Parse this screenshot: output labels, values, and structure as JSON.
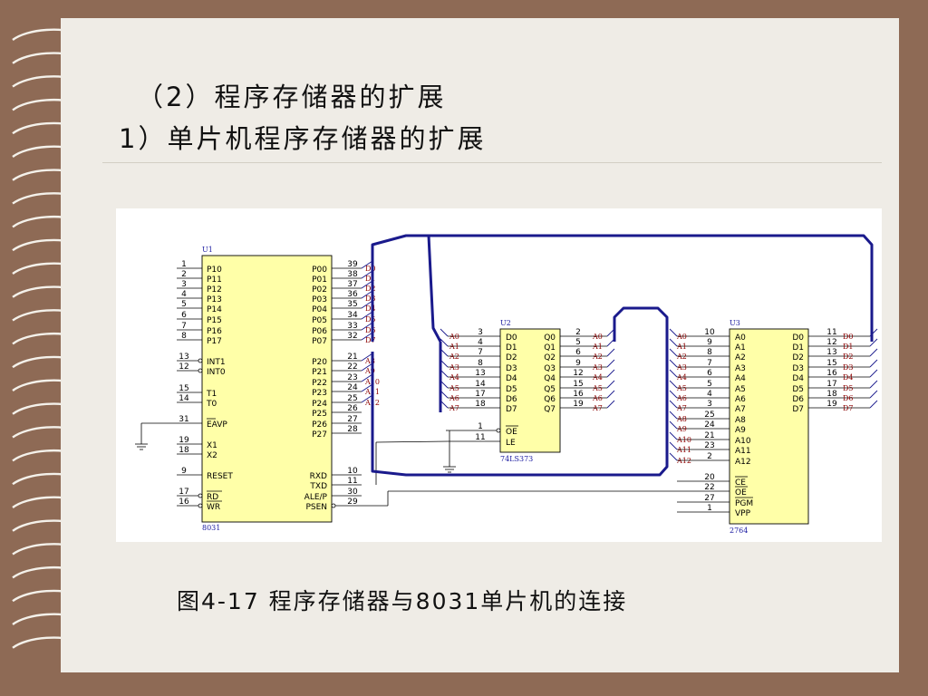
{
  "slide": {
    "heading_1": "（2）程序存储器的扩展",
    "heading_2": "1）单片机程序存储器的扩展",
    "caption": "图4-17 程序存储器与8031单片机的连接"
  },
  "colors": {
    "background": "#8e6a55",
    "slide": "#efece6",
    "chip_fill": "#ffffa8",
    "bus_line": "#1a1a8c",
    "net_label": "#8b0000"
  },
  "diagram": {
    "u1": {
      "ref": "U1",
      "part": "8031",
      "left_pins": [
        {
          "num": "1",
          "name": "P10"
        },
        {
          "num": "2",
          "name": "P11"
        },
        {
          "num": "3",
          "name": "P12"
        },
        {
          "num": "4",
          "name": "P13"
        },
        {
          "num": "5",
          "name": "P14"
        },
        {
          "num": "6",
          "name": "P15"
        },
        {
          "num": "7",
          "name": "P16"
        },
        {
          "num": "8",
          "name": "P17"
        },
        {
          "num": "13",
          "name": "INT1"
        },
        {
          "num": "12",
          "name": "INT0"
        },
        {
          "num": "15",
          "name": "T1"
        },
        {
          "num": "14",
          "name": "T0"
        },
        {
          "num": "31",
          "name": "EAVP"
        },
        {
          "num": "19",
          "name": "X1"
        },
        {
          "num": "18",
          "name": "X2"
        },
        {
          "num": "9",
          "name": "RESET"
        },
        {
          "num": "17",
          "name": "RD"
        },
        {
          "num": "16",
          "name": "WR"
        }
      ],
      "right_pins": [
        {
          "num": "39",
          "name": "P00",
          "net": "D0"
        },
        {
          "num": "38",
          "name": "P01",
          "net": "D1"
        },
        {
          "num": "37",
          "name": "P02",
          "net": "D2"
        },
        {
          "num": "36",
          "name": "P03",
          "net": "D3"
        },
        {
          "num": "35",
          "name": "P04",
          "net": "D4"
        },
        {
          "num": "34",
          "name": "P05",
          "net": "D5"
        },
        {
          "num": "33",
          "name": "P06",
          "net": "D6"
        },
        {
          "num": "32",
          "name": "P07",
          "net": "D7"
        },
        {
          "num": "21",
          "name": "P20",
          "net": "A8"
        },
        {
          "num": "22",
          "name": "P21",
          "net": "A9"
        },
        {
          "num": "23",
          "name": "P22",
          "net": "A10"
        },
        {
          "num": "24",
          "name": "P23",
          "net": "A11"
        },
        {
          "num": "25",
          "name": "P24",
          "net": "A12"
        },
        {
          "num": "26",
          "name": "P25",
          "net": ""
        },
        {
          "num": "27",
          "name": "P26",
          "net": ""
        },
        {
          "num": "28",
          "name": "P27",
          "net": ""
        },
        {
          "num": "10",
          "name": "RXD",
          "net": ""
        },
        {
          "num": "11",
          "name": "TXD",
          "net": ""
        },
        {
          "num": "30",
          "name": "ALE/P",
          "net": ""
        },
        {
          "num": "29",
          "name": "PSEN",
          "net": ""
        }
      ]
    },
    "u2": {
      "ref": "U2",
      "part": "74LS373",
      "in_pins": [
        {
          "num": "3",
          "name": "D0",
          "net": "A0"
        },
        {
          "num": "4",
          "name": "D1",
          "net": "A1"
        },
        {
          "num": "7",
          "name": "D2",
          "net": "A2"
        },
        {
          "num": "8",
          "name": "D3",
          "net": "A3"
        },
        {
          "num": "13",
          "name": "D4",
          "net": "A4"
        },
        {
          "num": "14",
          "name": "D5",
          "net": "A5"
        },
        {
          "num": "17",
          "name": "D6",
          "net": "A6"
        },
        {
          "num": "18",
          "name": "D7",
          "net": "A7"
        },
        {
          "num": "1",
          "name": "OE",
          "net": ""
        },
        {
          "num": "11",
          "name": "LE",
          "net": ""
        }
      ],
      "out_pins": [
        {
          "num": "2",
          "name": "Q0",
          "net": "A0"
        },
        {
          "num": "5",
          "name": "Q1",
          "net": "A1"
        },
        {
          "num": "6",
          "name": "Q2",
          "net": "A2"
        },
        {
          "num": "9",
          "name": "Q3",
          "net": "A3"
        },
        {
          "num": "12",
          "name": "Q4",
          "net": "A4"
        },
        {
          "num": "15",
          "name": "Q5",
          "net": "A5"
        },
        {
          "num": "16",
          "name": "Q6",
          "net": "A6"
        },
        {
          "num": "19",
          "name": "Q7",
          "net": "A7"
        }
      ]
    },
    "u3": {
      "ref": "U3",
      "part": "2764",
      "in_pins": [
        {
          "num": "10",
          "name": "A0",
          "net": "A0"
        },
        {
          "num": "9",
          "name": "A1",
          "net": "A1"
        },
        {
          "num": "8",
          "name": "A2",
          "net": "A2"
        },
        {
          "num": "7",
          "name": "A3",
          "net": "A3"
        },
        {
          "num": "6",
          "name": "A4",
          "net": "A4"
        },
        {
          "num": "5",
          "name": "A5",
          "net": "A5"
        },
        {
          "num": "4",
          "name": "A6",
          "net": "A6"
        },
        {
          "num": "3",
          "name": "A7",
          "net": "A7"
        },
        {
          "num": "25",
          "name": "A8",
          "net": "A8"
        },
        {
          "num": "24",
          "name": "A9",
          "net": "A9"
        },
        {
          "num": "21",
          "name": "A10",
          "net": "A10"
        },
        {
          "num": "23",
          "name": "A11",
          "net": "A11"
        },
        {
          "num": "2",
          "name": "A12",
          "net": "A12"
        },
        {
          "num": "20",
          "name": "CE",
          "net": ""
        },
        {
          "num": "22",
          "name": "OE",
          "net": ""
        },
        {
          "num": "27",
          "name": "PGM",
          "net": ""
        },
        {
          "num": "1",
          "name": "VPP",
          "net": ""
        }
      ],
      "out_pins": [
        {
          "num": "11",
          "name": "D0",
          "net": "D0"
        },
        {
          "num": "12",
          "name": "D1",
          "net": "D1"
        },
        {
          "num": "13",
          "name": "D2",
          "net": "D2"
        },
        {
          "num": "15",
          "name": "D3",
          "net": "D3"
        },
        {
          "num": "16",
          "name": "D4",
          "net": "D4"
        },
        {
          "num": "17",
          "name": "D5",
          "net": "D5"
        },
        {
          "num": "18",
          "name": "D6",
          "net": "D6"
        },
        {
          "num": "19",
          "name": "D7",
          "net": "D7"
        }
      ]
    }
  }
}
